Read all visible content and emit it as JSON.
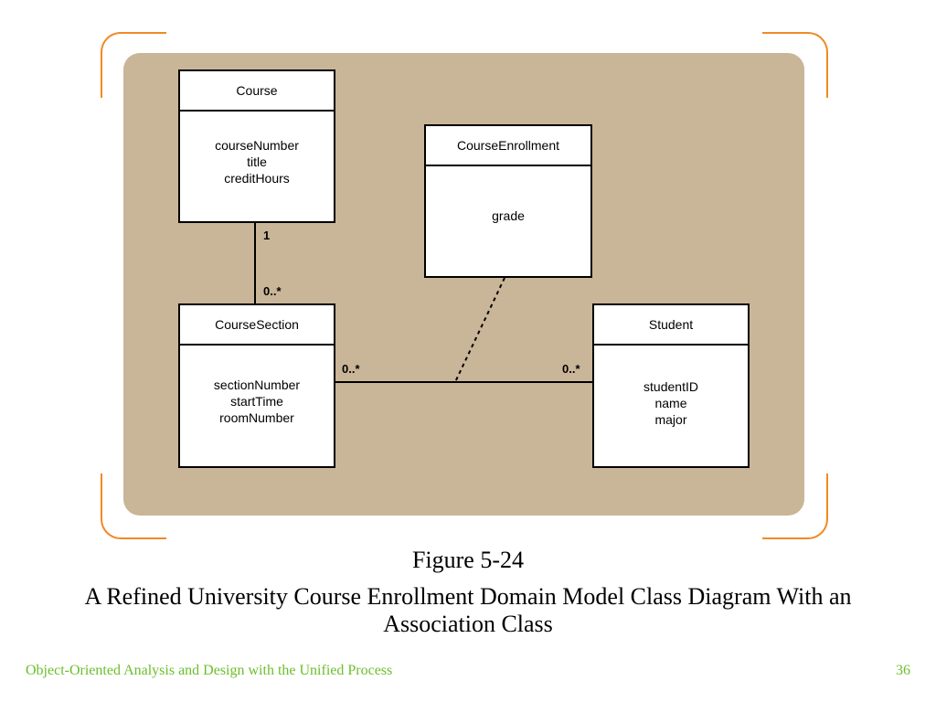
{
  "colors": {
    "accent": "#f08a24",
    "panel": "#c9b597",
    "footer_text": "#6bbf2a"
  },
  "diagram": {
    "classes": {
      "course": {
        "name": "Course",
        "attributes": [
          "courseNumber",
          "title",
          "creditHours"
        ]
      },
      "enrollment": {
        "name": "CourseEnrollment",
        "attributes": [
          "grade"
        ]
      },
      "section": {
        "name": "CourseSection",
        "attributes": [
          "sectionNumber",
          "startTime",
          "roomNumber"
        ]
      },
      "student": {
        "name": "Student",
        "attributes": [
          "studentID",
          "name",
          "major"
        ]
      }
    },
    "multiplicities": {
      "course_end": "1",
      "section_top": "0..*",
      "section_right": "0..*",
      "student_left": "0..*"
    }
  },
  "figure": {
    "number": "Figure 5-24",
    "caption": "A Refined University Course Enrollment Domain Model Class Diagram With an Association Class"
  },
  "footer": {
    "title": "Object-Oriented Analysis and Design with the Unified Process",
    "page": "36"
  }
}
